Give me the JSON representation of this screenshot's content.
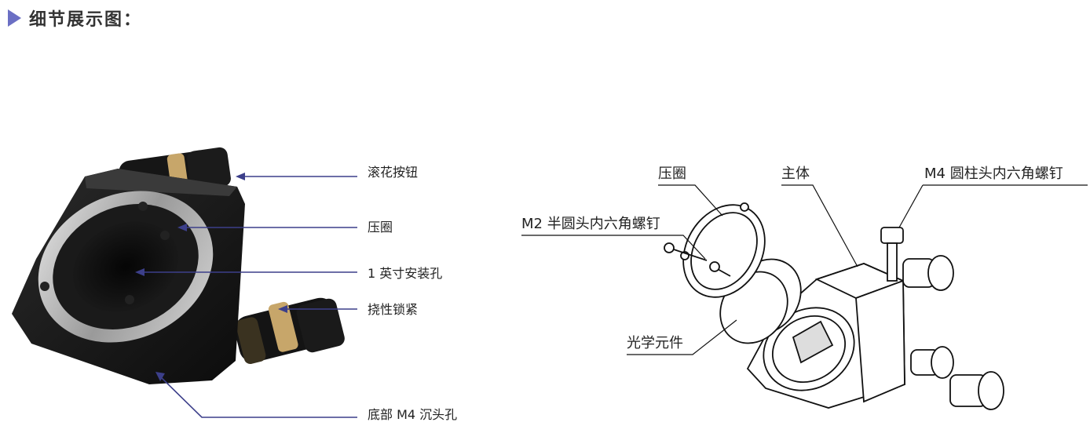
{
  "header": {
    "title": "细节展示图："
  },
  "photo_labels": {
    "knurled_knob": "滚花按钮",
    "retaining_ring": "压圈",
    "mount_hole": "1 英寸安装孔",
    "flex_lock": "挠性锁紧",
    "bottom_hole": "底部 M4 沉头孔"
  },
  "diagram_labels": {
    "retaining_ring": "压圈",
    "main_body": "主体",
    "m4_screw": "M4 圆柱头内六角螺钉",
    "m2_screw": "M2 半圆头内六角螺钉",
    "optic": "光学元件"
  },
  "colors": {
    "accent": "#6b6fc4",
    "leader_line": "#3c3f8a",
    "drawing_line": "#111111"
  }
}
